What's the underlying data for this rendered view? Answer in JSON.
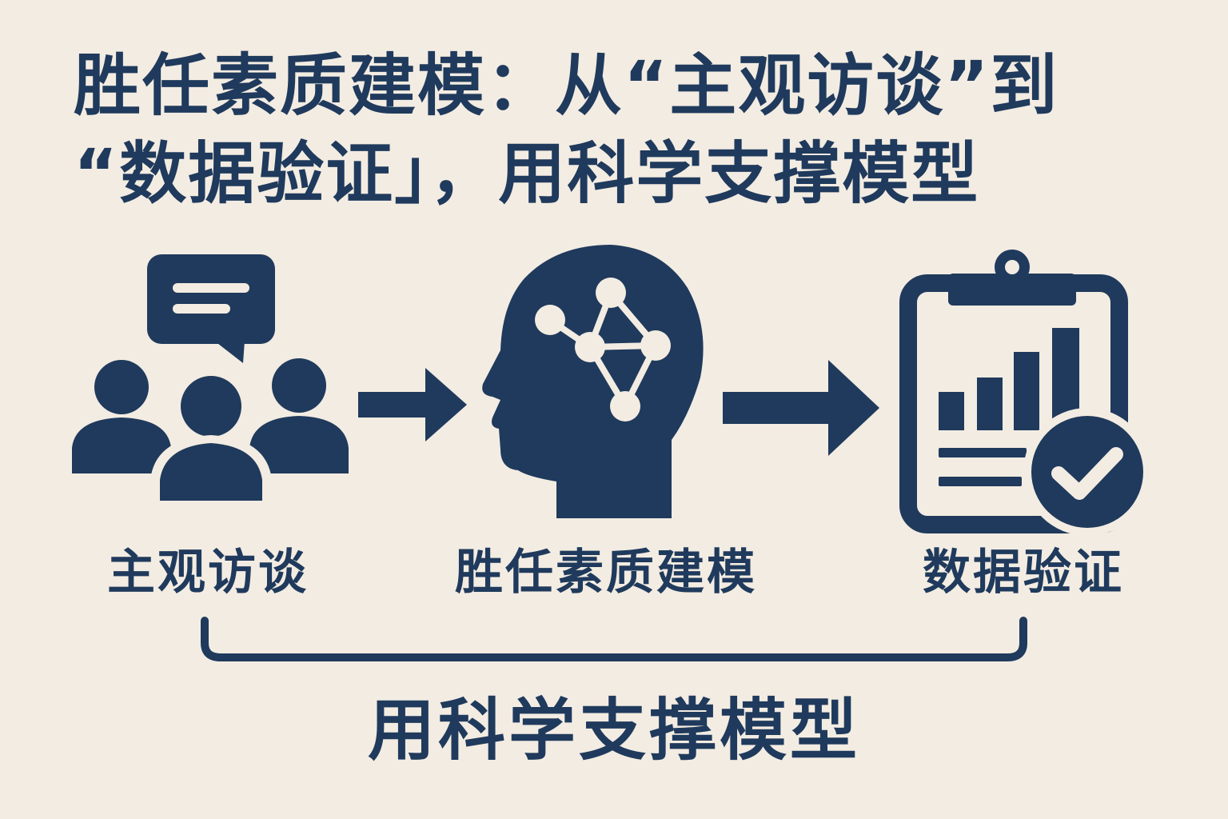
{
  "colors": {
    "background": "#f3ece2",
    "primary": "#1f3a5c"
  },
  "title": {
    "line1": "胜任素质建模：从“主观访谈”到",
    "line2": "“数据验证」，用科学支撑模型"
  },
  "steps": [
    {
      "label": "主观访谈",
      "icon": "people-chat-icon"
    },
    {
      "label": "胜任素质建模",
      "icon": "head-network-icon"
    },
    {
      "label": "数据验证",
      "icon": "clipboard-chart-check-icon"
    }
  ],
  "footer": {
    "label": "用科学支撑模型"
  }
}
